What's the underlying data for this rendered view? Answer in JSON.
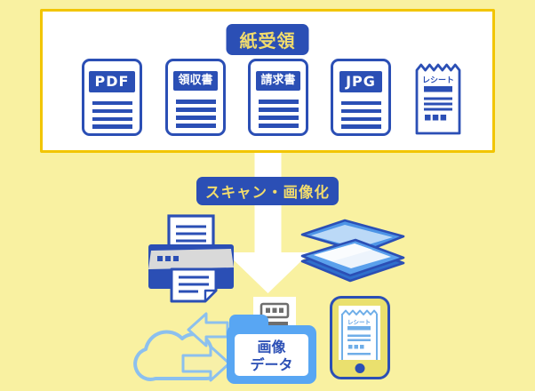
{
  "colors": {
    "background": "#F9F1A1",
    "panel_border_gold": "#F2C500",
    "primary_blue": "#2B4FB5",
    "badge_text_yellow": "#F2DC6C",
    "light_blue": "#8CC0EE",
    "folder_blue": "#58A6F3",
    "phone_body_yellow": "#EAE06E",
    "printer_band_gray": "#D9D9D9",
    "document_gray": "#6E6E6E",
    "arrow_white": "#FFFFFF"
  },
  "top_box": {
    "title": "紙受領",
    "documents": [
      {
        "label": "PDF"
      },
      {
        "label": "領収書"
      },
      {
        "label": "請求書"
      },
      {
        "label": "JPG"
      }
    ],
    "receipt_label": "レシート"
  },
  "process": {
    "label": "スキャン・画像化"
  },
  "output": {
    "folder_label_line1": "画像",
    "folder_label_line2": "データ",
    "phone_receipt_label": "レシート"
  },
  "icons": {
    "down_arrow": "down-arrow-icon",
    "printer": "printer-icon",
    "scanner": "scanner-icon",
    "cloud": "cloud-icon",
    "sync_arrow_left": "arrow-left-icon",
    "sync_arrow_right": "arrow-right-icon",
    "folder": "folder-icon",
    "scanned_document": "scanned-document-icon",
    "smartphone": "smartphone-icon",
    "receipt_slip": "receipt-slip-icon"
  }
}
